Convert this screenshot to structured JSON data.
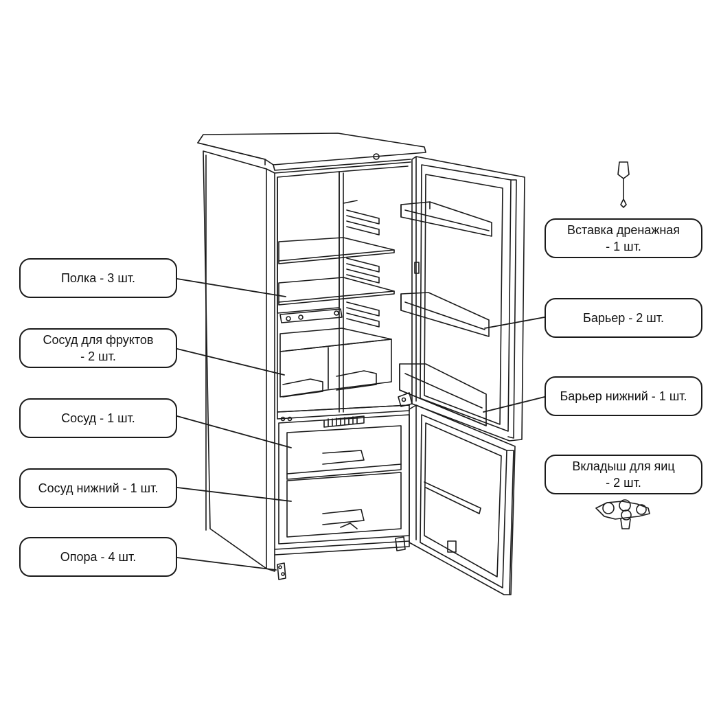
{
  "labels": {
    "shelf": [
      "Полка - 3 шт."
    ],
    "fruit_bin": [
      "Сосуд для фруктов",
      "- 2 шт."
    ],
    "bin": [
      "Сосуд - 1 шт."
    ],
    "bottom_bin": [
      "Сосуд нижний - 1 шт."
    ],
    "support": [
      "Опора - 4 шт."
    ],
    "drain_insert": [
      "Вставка дренажная",
      "- 1 шт."
    ],
    "barrier": [
      "Барьер - 2 шт."
    ],
    "bottom_barrier": [
      "Барьер нижний - 1 шт."
    ],
    "egg_tray": [
      "Вкладыш для яиц",
      "- 2 шт."
    ]
  },
  "colors": {
    "line": "#1a1a1a",
    "background": "#ffffff"
  }
}
